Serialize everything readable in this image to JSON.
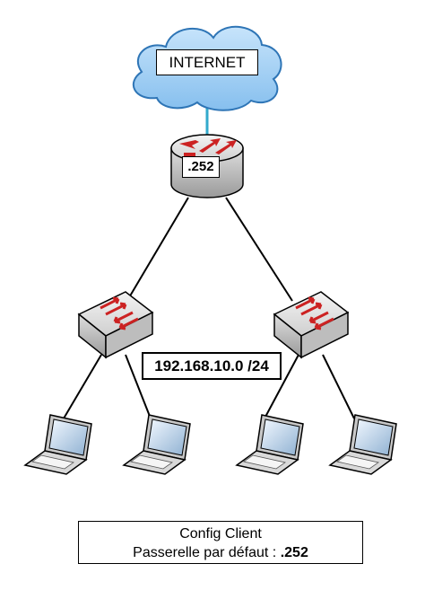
{
  "internet": {
    "label": "INTERNET"
  },
  "router": {
    "label": ".252"
  },
  "network": {
    "label": "192.168.10.0 /24"
  },
  "config": {
    "title": "Config Client",
    "gateway_prefix": "Passerelle par défaut : ",
    "gateway_value": ".252"
  },
  "colors": {
    "cloud_fill": "#a9d3f5",
    "cloud_stroke": "#2e75b6",
    "uplink": "#33aacc",
    "arrow_red": "#cc2222",
    "device_gray": "#d0d0d0"
  },
  "icons": [
    "cloud-icon",
    "router-icon",
    "switch-icon",
    "laptop-icon"
  ]
}
